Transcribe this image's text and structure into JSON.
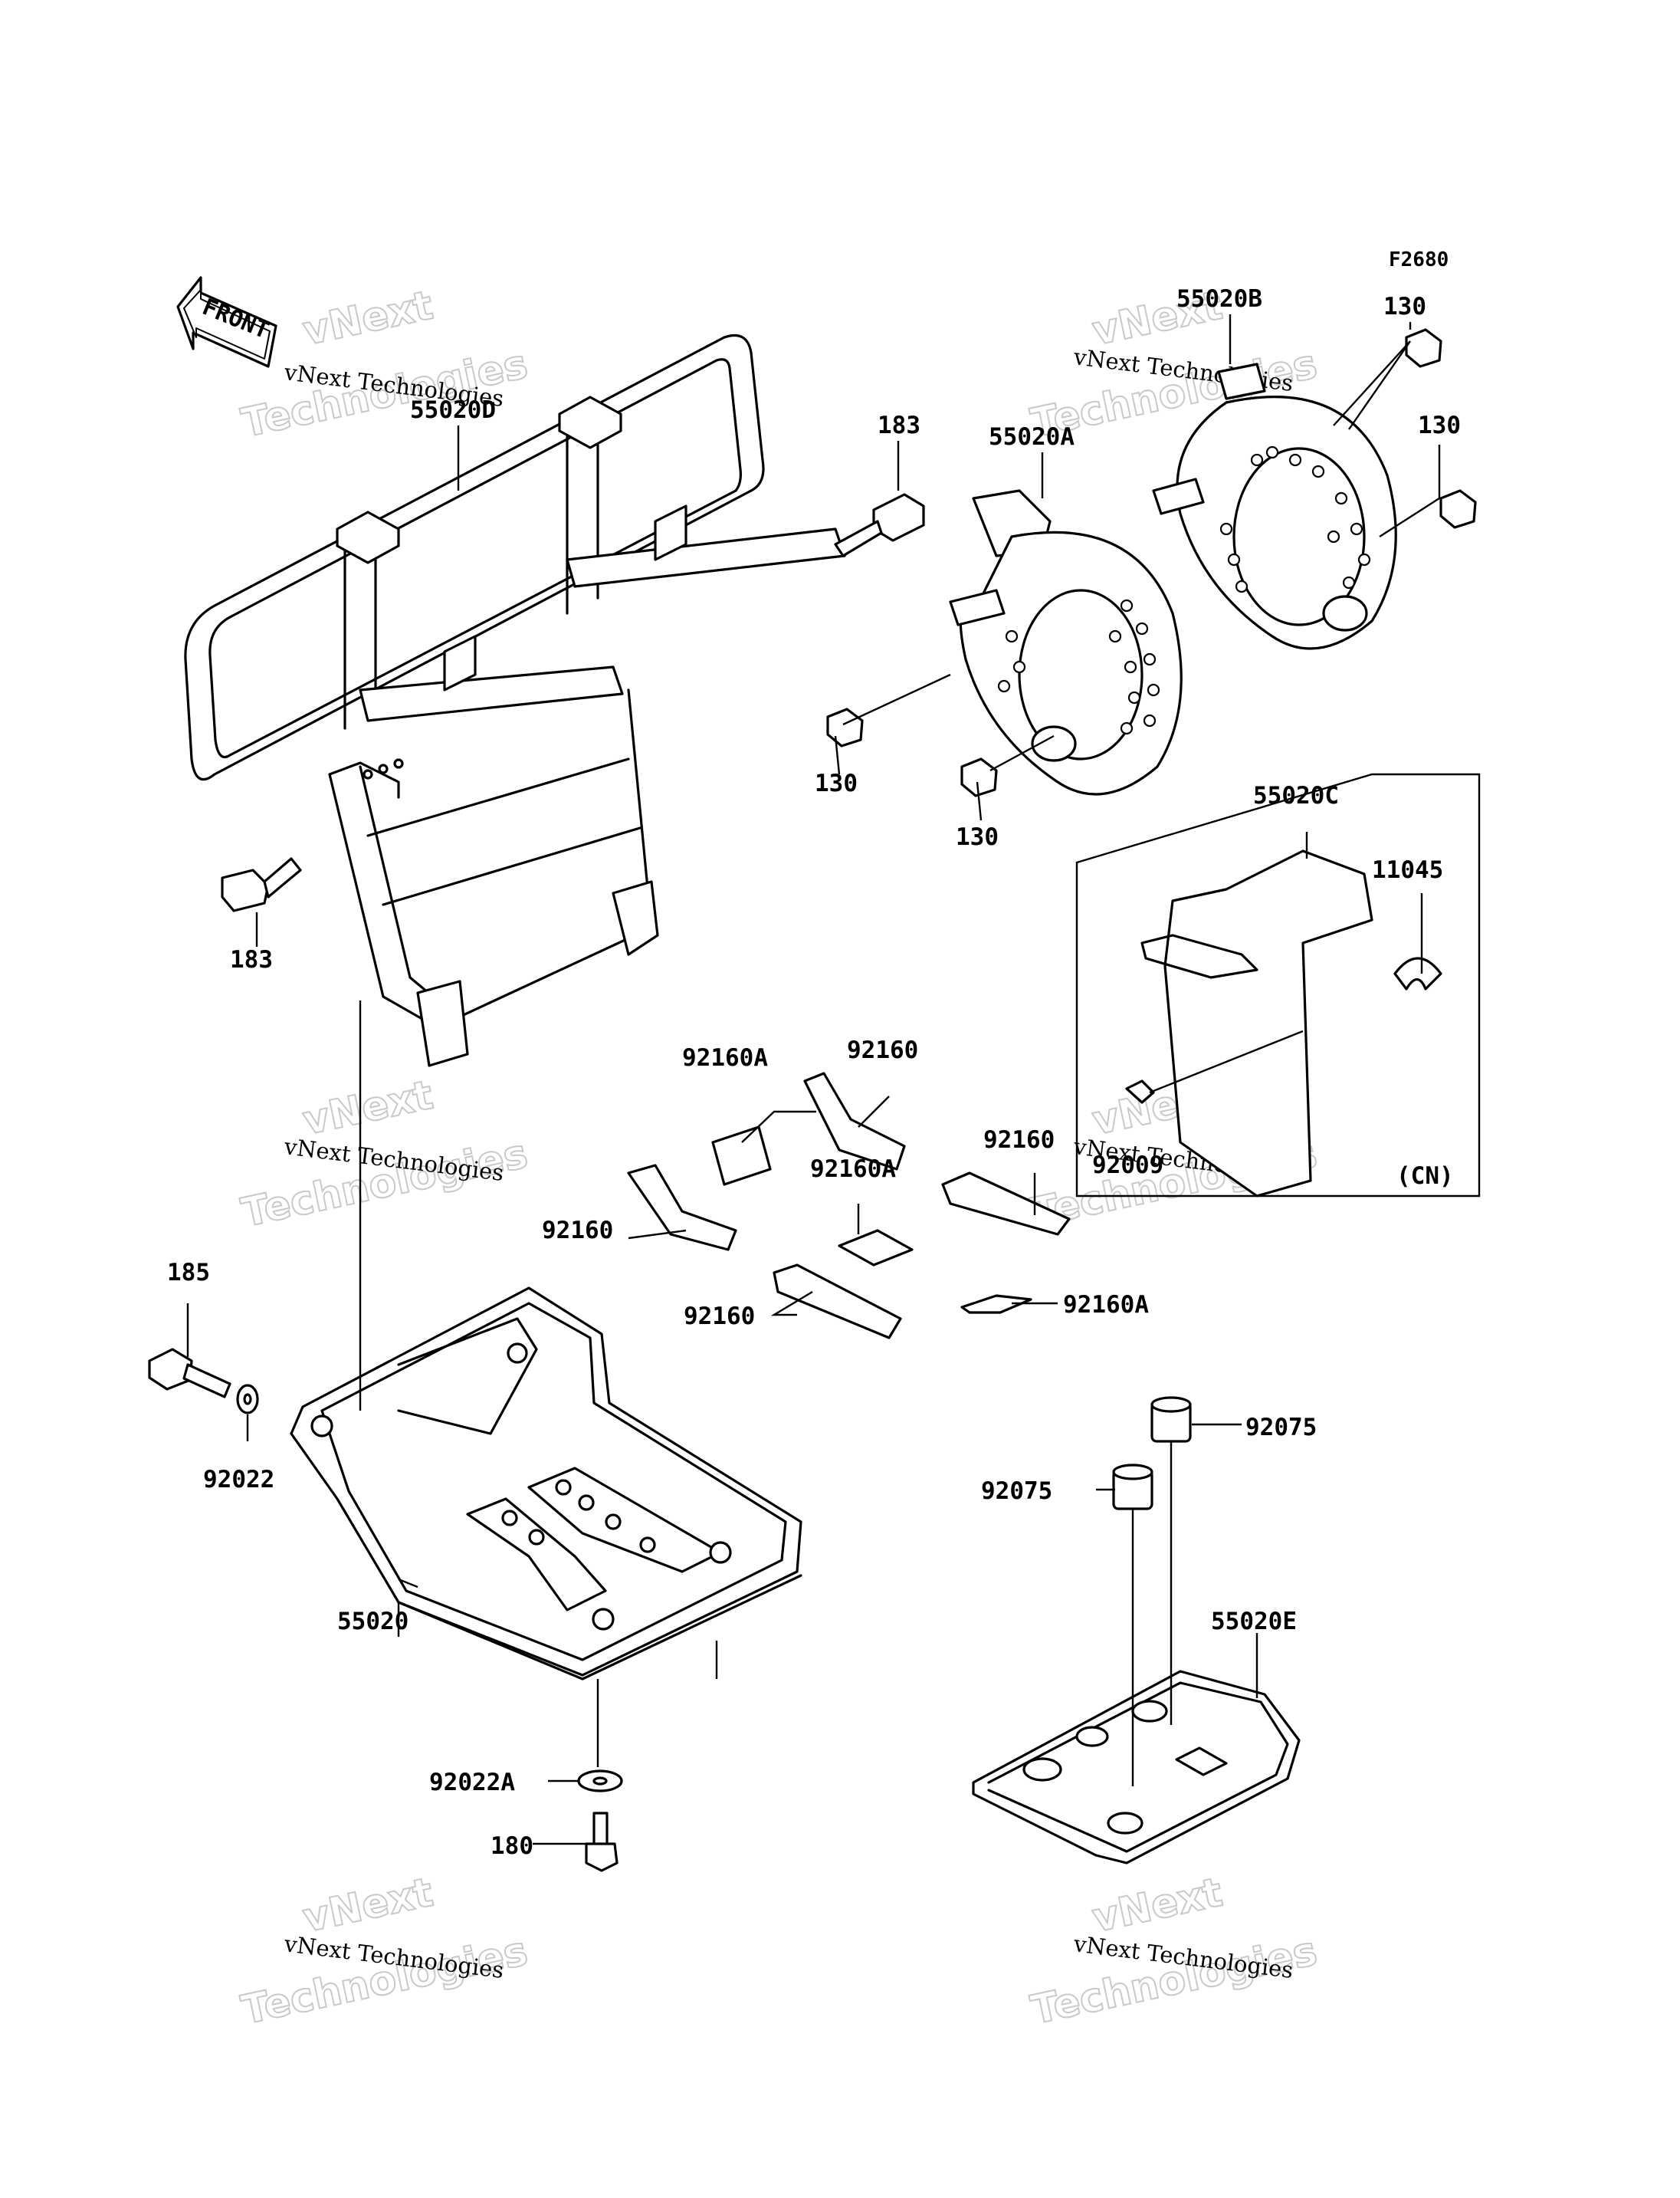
{
  "figure_code": "F2680",
  "front_arrow_label": "FRONT",
  "variant_note": "(CN)",
  "watermark": {
    "line1": "vNext Technologies",
    "line2": "vNext",
    "line3": "Technologies"
  },
  "parts": {
    "p55020D": "55020D",
    "p183_top": "183",
    "p183_left": "183",
    "p55020A": "55020A",
    "p55020B": "55020B",
    "p130_a": "130",
    "p130_b": "130",
    "p130_c": "130",
    "p130_d": "130",
    "p55020C": "55020C",
    "p11045": "11045",
    "p92009": "92009",
    "p92160A_1": "92160A",
    "p92160_1": "92160",
    "p92160_2": "92160",
    "p92160A_2": "92160A",
    "p92160_3": "92160",
    "p92160_4": "92160",
    "p92160A_3": "92160A",
    "p185": "185",
    "p92022": "92022",
    "p55020": "55020",
    "p92022A": "92022A",
    "p180": "180",
    "p92075_1": "92075",
    "p92075_2": "92075",
    "p55020E": "55020E"
  }
}
